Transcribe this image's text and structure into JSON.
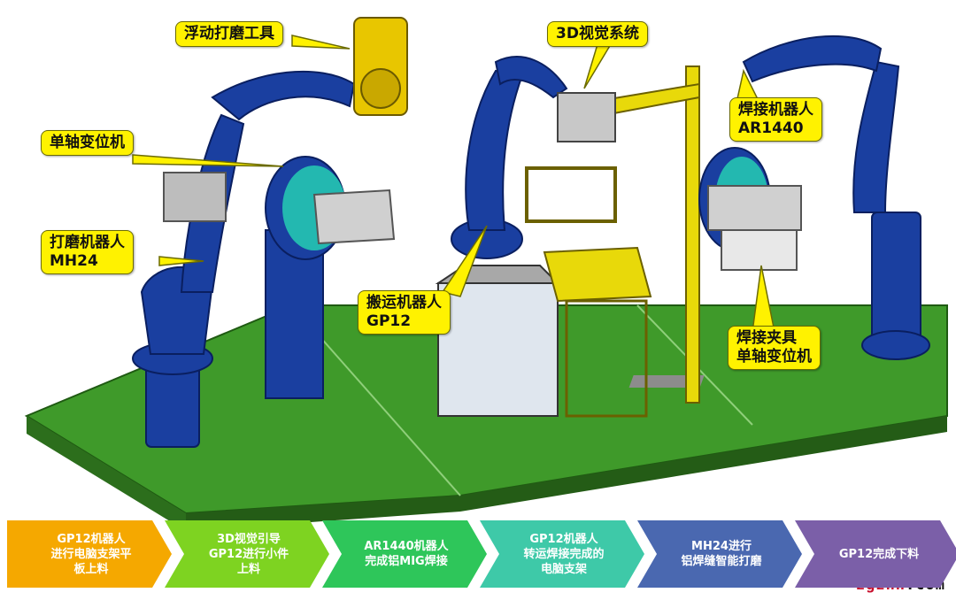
{
  "callouts": {
    "float_tool": "浮动打磨工具",
    "vision": "3D视觉系统",
    "welding_robot": "焊接机器人\nAR1440",
    "positioner": "单轴变位机",
    "grind_robot": "打磨机器人\nMH24",
    "handling_robot": "搬运机器人\nGP12",
    "welding_fixture": "焊接夹具\n单轴变位机"
  },
  "process_steps": [
    {
      "label": "GP12机器人\n进行电脑支架平\n板上料",
      "color": "#f5a800"
    },
    {
      "label": "3D视觉引导\nGP12进行小件\n上料",
      "color": "#7ed321"
    },
    {
      "label": "AR1440机器人\n完成铝MIG焊接",
      "color": "#2ec65a"
    },
    {
      "label": "GP12机器人\n转运焊接完成的\n电脑支架",
      "color": "#3ec9a8"
    },
    {
      "label": "MH24进行\n铝焊缝智能打磨",
      "color": "#4a68b0"
    },
    {
      "label": "GP12完成下料",
      "color": "#7b5fa8"
    }
  ],
  "watermark": {
    "prefix": "zgznh",
    "suffix": ".com",
    "prefix_color": "#c8102e",
    "suffix_color": "#111111"
  },
  "colors": {
    "robot": "#1a3fa0",
    "base": "#3f9a2a",
    "frame": "#e8d90a",
    "fixture": "#cfcfcf"
  }
}
